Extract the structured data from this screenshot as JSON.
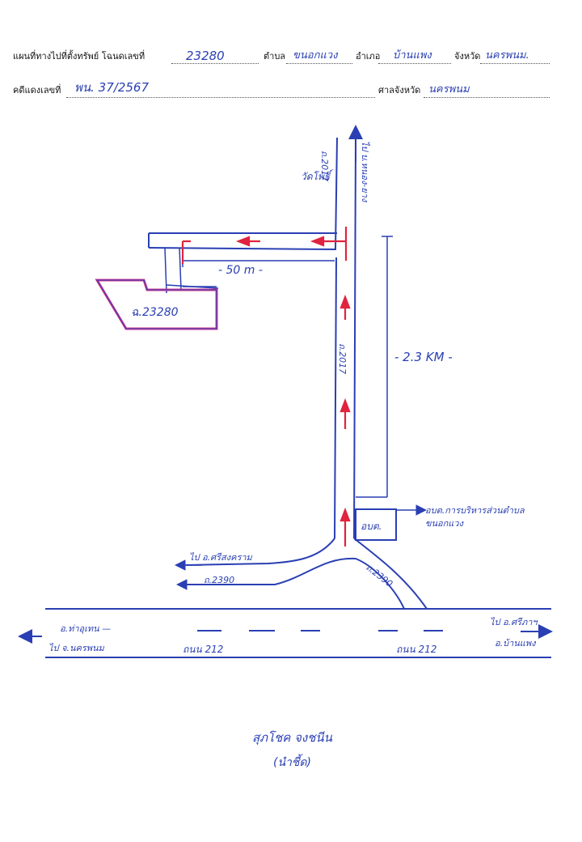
{
  "header": {
    "deed_label": "แผนที่ทางไปที่ตั้งทรัพย์ โฉนดเลขที่",
    "deed_no": "23280",
    "subdistrict_label": "ตำบล",
    "subdistrict": "ขนอกแวง",
    "district_label": "อำเภอ",
    "district": "บ้านแพง",
    "province_label": "จังหวัด",
    "province": "นครพนม.",
    "case_label": "คดีแดงเลขที่",
    "case_no": "พน. 37/2567",
    "court_label": "ศาลจังหวัด",
    "court": "นครพนม"
  },
  "map": {
    "parcel_label": "ฉ.23280",
    "distance_short": "- 50 m -",
    "distance_long": "- 2.3 KM -",
    "temple_label": "วัดโพธิ์",
    "road_2017_top": "ถ.2017",
    "road_2017_mid": "ถ.2017",
    "to_north": "ไป บ.หนอง-ยาง",
    "sao_label": "อบต.",
    "sao_desc_line1": "อบต.การบริหารส่วนตำบล",
    "sao_desc_line2": "ขนอกแวง",
    "to_west_upper": "ไป อ.ศรีสงคราม",
    "road_2390_left": "ถ.2390",
    "road_2390_right": "ถ.2390",
    "highway_left": "ถนน 212",
    "highway_right": "ถนน 212",
    "to_tha_uthen": "อ.ท่าอุเทน —",
    "to_nakhon_phanom": "ไป จ.นครพนม",
    "to_east_upper": "ไป อ.ศรีภาฯ",
    "to_ban_phaeng": "อ.บ้านแพง"
  },
  "signature": {
    "name": "สุภโชค จงชนีน",
    "role": "(นำชี้ด)"
  },
  "colors": {
    "ink": "#2a3fb3",
    "route": "#e0243e",
    "parcel": "#d4378f"
  }
}
